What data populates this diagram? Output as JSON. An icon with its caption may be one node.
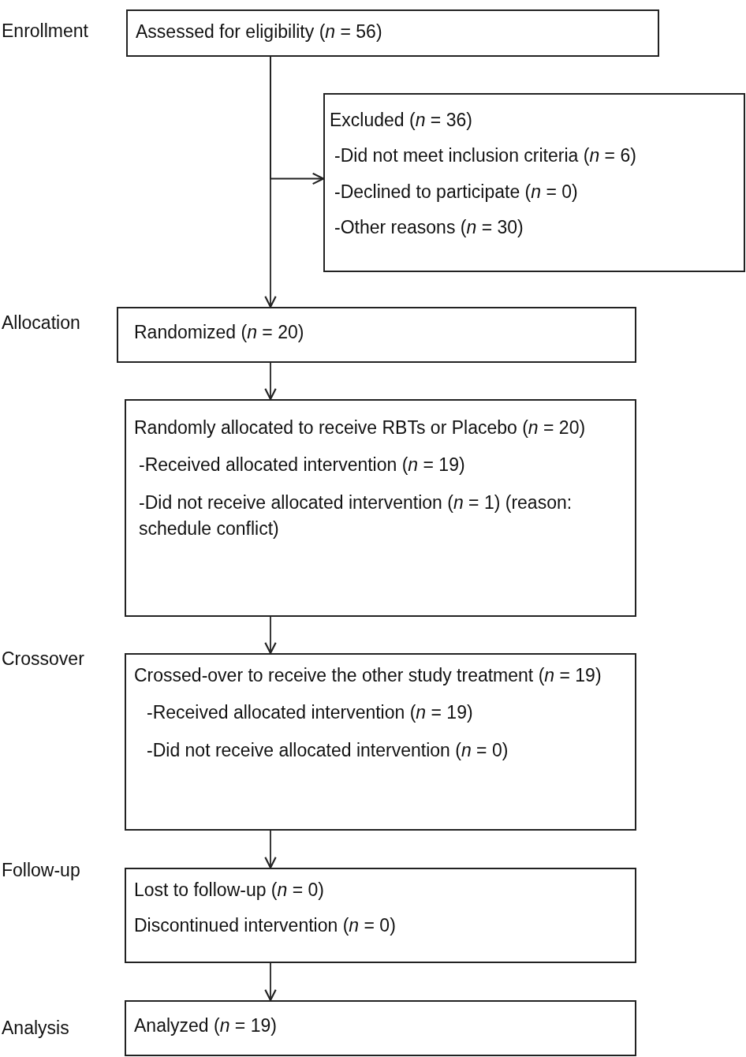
{
  "diagram": {
    "nodes": [
      {
        "text": [
          "Assessed for eligibility (*n* = 56)"
        ]
      },
      {
        "text": [
          "Excluded (*n* = 36)",
          "-Did not meet inclusion criteria (*n* = 6)",
          "-Declined to participate (*n* = 0)",
          "-Other reasons (*n* = 30)"
        ]
      },
      {
        "text": [
          "Randomized (*n* = 20)"
        ]
      },
      {
        "text": [
          "Randomly allocated to receive RBTs or Placebo (*n* = 20)",
          "-Received allocated intervention (*n* = 19)",
          "-Did not receive allocated intervention (*n* = 1) (reason: schedule conflict)"
        ]
      },
      {
        "text": [
          "Crossed-over to receive the other study treatment (*n* = 19)",
          "-Received allocated intervention (*n* = 19)",
          "-Did not receive allocated intervention (*n* = 0)"
        ]
      },
      {
        "text": [
          "Lost to follow-up (*n* = 0)",
          "Discontinued intervention (*n* = 0)"
        ]
      },
      {
        "text": [
          "Analyzed (*n* = 19)"
        ]
      }
    ],
    "edges": [
      {
        "from": 0,
        "to": 2,
        "arrow": "to"
      },
      {
        "from": 0,
        "to": 1,
        "arrow": "to"
      },
      {
        "from": 2,
        "to": 3,
        "arrow": "to"
      },
      {
        "from": 3,
        "to": 4,
        "arrow": "to"
      },
      {
        "from": 4,
        "to": 5,
        "arrow": "to"
      },
      {
        "from": 5,
        "to": 6,
        "arrow": "to"
      }
    ],
    "labels": [
      "Enrollment",
      "Allocation",
      "Crossover",
      "Follow-up",
      "Analysis"
    ]
  }
}
